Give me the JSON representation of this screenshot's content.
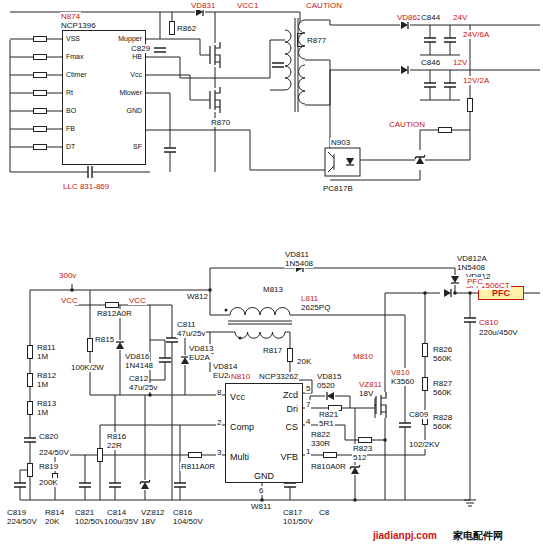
{
  "diagram": {
    "nodes": [
      {
        "text": [
          "VSS",
          "Fmax",
          "Ctimer",
          "Rt",
          "BO",
          "FB",
          "DT",
          "Mupper",
          "HB",
          "Vcc",
          "Mlower",
          "GND",
          "SF"
        ]
      },
      {
        "text": [
          "PFC"
        ]
      },
      {
        "text": [
          "Vcc",
          "Zcd",
          "Dri",
          "Comp",
          "CS",
          "Multi",
          "VFB",
          "GND"
        ]
      }
    ],
    "labels": [
      "N874",
      "NCP1396",
      "LLC 831-869",
      "VCC1",
      "R862",
      "VD831",
      "C829",
      "R877",
      "CAUTION",
      "VD862",
      "C844",
      "24V",
      "24V/6A",
      "C846",
      "12V",
      "12V/2A",
      "N903",
      "PC817B",
      "CAUTION",
      "R870",
      "300v",
      "VCC",
      "VCC",
      "W812",
      "VD811",
      "1N5408",
      "VD812A",
      "1N5408",
      "VD812",
      "SFF1506CT",
      "L811",
      "2625PQ",
      "M813",
      "R812A0R",
      "C811",
      "47u/25v",
      "R811",
      "1M",
      "R812",
      "1M",
      "R813",
      "1M",
      "R815",
      "100K/2W",
      "VD816",
      "1N4148",
      "VD813",
      "EU2A",
      "C812",
      "47u/25v",
      "VD814",
      "EU2A",
      "R817",
      "20K",
      "N810",
      "NCP33262",
      "VD815",
      "0520",
      "R821",
      "5R1",
      "VZ811",
      "18V",
      "V810",
      "K3560",
      "R822",
      "330R",
      "R823",
      "512",
      "C809",
      "102/2KV",
      "M810",
      "C810",
      "220u/450V",
      "R826",
      "560K",
      "R827",
      "560K",
      "R828",
      "560K",
      "R816",
      "22R",
      "C820",
      "224/50V",
      "R819",
      "200K",
      "R811A0R",
      "R810A0R",
      "C819",
      "224/50V",
      "R814",
      "20K",
      "C821",
      "102/50V",
      "C814",
      "100u/35V",
      "VZ812",
      "18V",
      "C816",
      "104/50V",
      "W811",
      "C817",
      "101/50V",
      "C8",
      "8",
      "2",
      "3",
      "5",
      "7",
      "4",
      "1",
      "6",
      "jiadianpj.com",
      "家电配件网",
      "PFC"
    ]
  }
}
